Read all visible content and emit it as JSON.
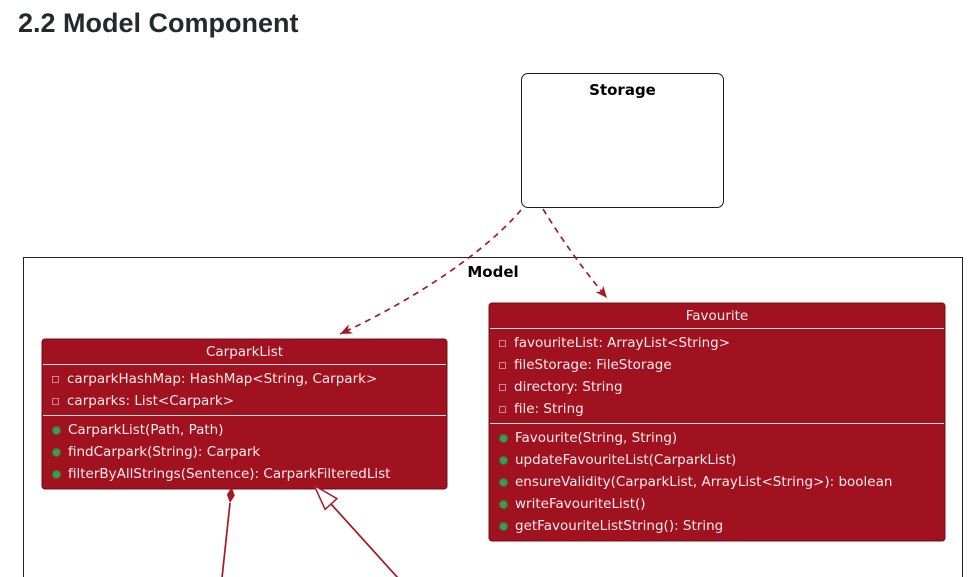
{
  "page": {
    "heading": "2.2 Model Component"
  },
  "colors": {
    "class_fill": "#a11220",
    "class_border": "#82101b",
    "class_text": "#ffeaea",
    "section_divider": "#e8dede",
    "arrow_red": "#a61826",
    "box_border_black": "#1b1b1b",
    "method_icon_green": "#3f9b4c",
    "field_icon_outline": "#cf8691",
    "heading_text": "#24292e"
  },
  "diagram": {
    "storage_class": {
      "title": "Storage"
    },
    "model_package": {
      "label": "Model"
    },
    "carpark_list_class": {
      "title": "CarparkList",
      "fields": [
        "carparkHashMap: HashMap<String, Carpark>",
        "carparks: List<Carpark>"
      ],
      "methods": [
        "CarparkList(Path, Path)",
        "findCarpark(String): Carpark",
        "filterByAllStrings(Sentence): CarparkFilteredList"
      ]
    },
    "favourite_class": {
      "title": "Favourite",
      "fields": [
        "favouriteList: ArrayList<String>",
        "fileStorage: FileStorage",
        "directory: String",
        "file: String"
      ],
      "methods": [
        "Favourite(String, String)",
        "updateFavouriteList(CarparkList)",
        "ensureValidity(CarparkList, ArrayList<String>): boolean",
        "writeFavouriteList()",
        "getFavouriteListString(): String"
      ]
    },
    "relationships": [
      {
        "from": "Storage",
        "to": "CarparkList",
        "type": "dashed-dependency-arrow"
      },
      {
        "from": "Storage",
        "to": "Favourite",
        "type": "dashed-dependency-arrow"
      },
      {
        "from": "offscreen-below",
        "to": "CarparkList",
        "type": "composition-filled-diamond"
      },
      {
        "from": "offscreen-below",
        "to": "CarparkList",
        "type": "generalization-hollow-triangle"
      }
    ]
  }
}
